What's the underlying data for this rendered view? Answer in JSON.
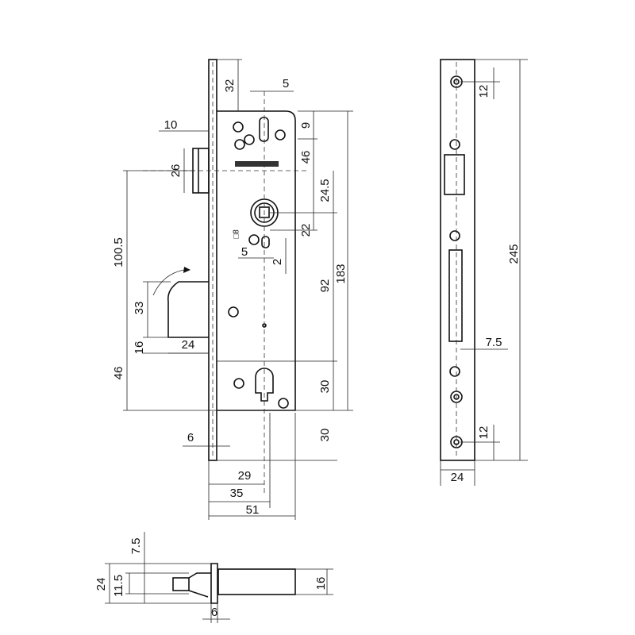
{
  "front_view": {
    "d_32": "32",
    "d_5_top": "5",
    "d_10": "10",
    "d_9": "9",
    "d_46_right": "46",
    "d_26": "26",
    "d_24_5": "24.5",
    "d_sq8": "□8",
    "d_22": "22",
    "d_5_mid": "5",
    "d_2": "2",
    "d_100_5": "100.5",
    "d_92": "92",
    "d_183": "183",
    "d_33": "33",
    "d_16": "16",
    "d_24": "24",
    "d_46_left": "46",
    "d_30_upper": "30",
    "d_30_lower": "30",
    "d_6": "6",
    "d_29": "29",
    "d_35": "35",
    "d_51": "51"
  },
  "faceplate_view": {
    "d_12_top": "12",
    "d_245": "245",
    "d_7_5": "7.5",
    "d_12_bottom": "12",
    "d_24": "24"
  },
  "bottom_view": {
    "d_7_5": "7.5",
    "d_24": "24",
    "d_11_5": "11.5",
    "d_16": "16",
    "d_6": "6"
  }
}
